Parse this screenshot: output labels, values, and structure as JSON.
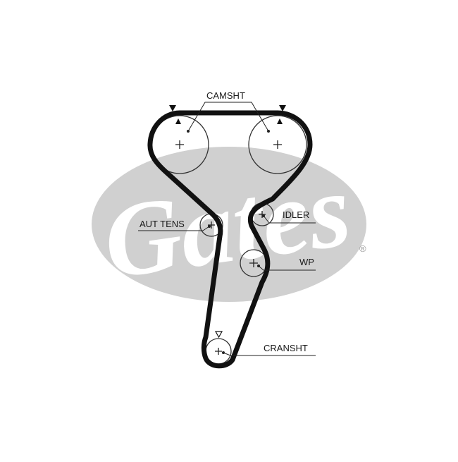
{
  "brand": {
    "logo_text": "Gates",
    "registered_mark": "®"
  },
  "labels": {
    "camshaft": "CAMSHT",
    "idler": "IDLER",
    "auto_tensioner": "AUT TENS",
    "water_pump": "WP",
    "crankshaft": "CRANSHT"
  },
  "colors": {
    "belt": "#111111",
    "pulley": "#333333",
    "logo_background": "#d0d0d0",
    "logo_text": "#ffffff"
  }
}
